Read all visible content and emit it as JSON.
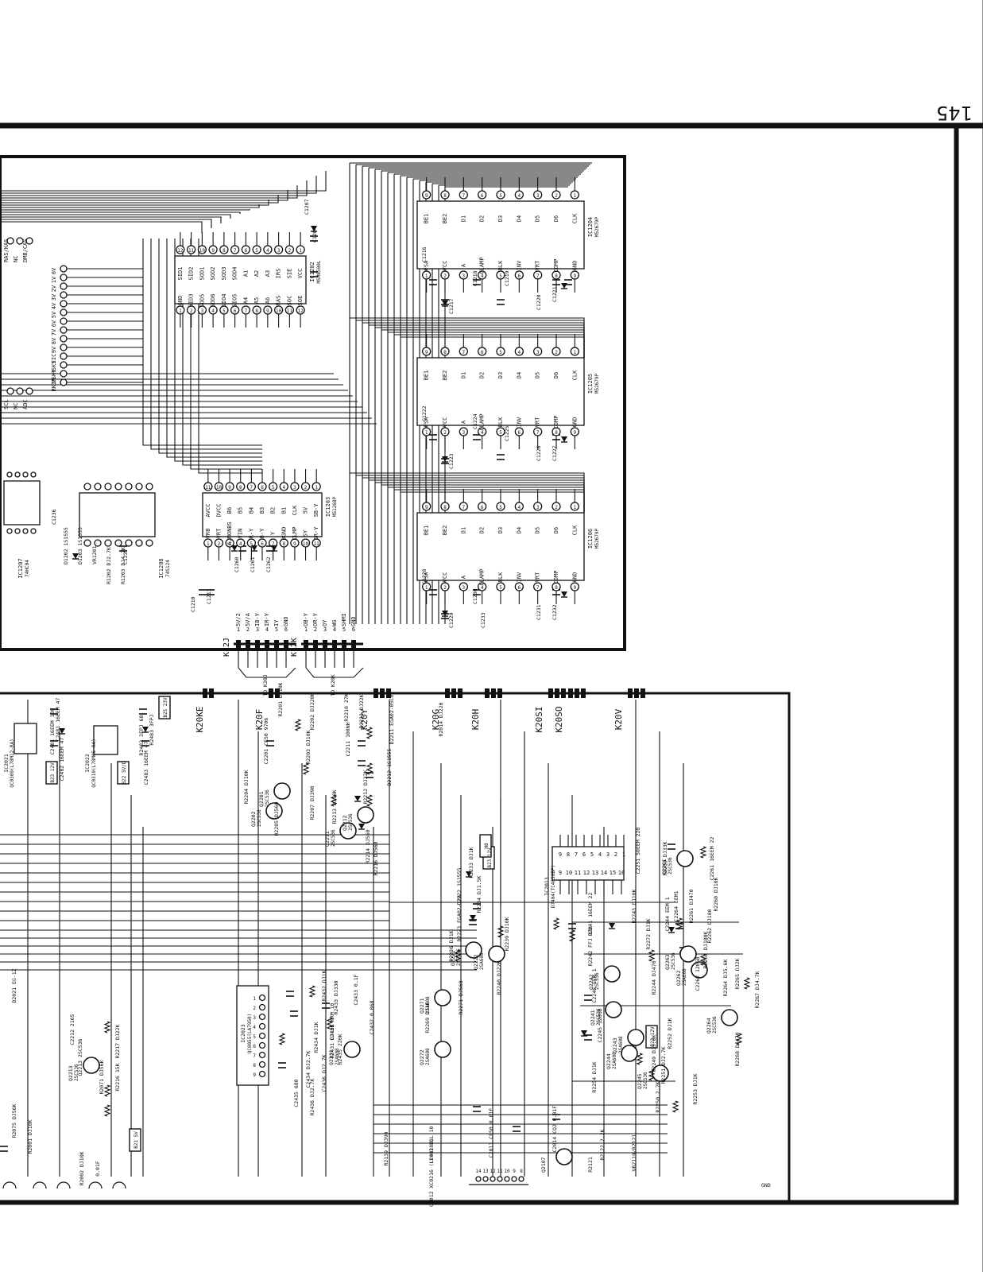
{
  "page": {
    "number": "145"
  },
  "upper_board": {
    "ic1202": {
      "ref": "IC1202",
      "part": "MSM6500L",
      "top_pins": [
        "SID1",
        "SID2",
        "SOD1",
        "SOD2",
        "SOD3",
        "SOD4",
        "A1",
        "A2",
        "A3",
        "IRS",
        "SIE",
        "VCC"
      ],
      "bottom_pins": [
        "GND",
        "SID3",
        "SOD5",
        "SOD6",
        "SIO4",
        "SIO5",
        "A4",
        "A5",
        "A6",
        "RAS",
        "SOC",
        "SOE"
      ]
    },
    "ic1203": {
      "ref": "IC1203",
      "part": "M51268P",
      "top_pins": [
        "AVCC",
        "DVCC",
        "B6",
        "B5",
        "B4",
        "B3",
        "B2",
        "B1",
        "CLK",
        "5V",
        "SB-Y"
      ],
      "bottom_pins": [
        "VRB",
        "VRT",
        "A.MONBS",
        "VIN",
        "R-Y",
        "B-Y",
        "Y",
        "DGND",
        "CLMP",
        "SY",
        "SR-Y"
      ]
    },
    "ic1204": {
      "ref": "IC1204",
      "part": "M52679P",
      "top_pins": [
        "BE1",
        "BE2",
        "D1",
        "D2",
        "D3",
        "D4",
        "D5",
        "D6",
        "CLK"
      ],
      "bottom_pins": [
        "FSA",
        "VCC",
        "A",
        "CLAMP",
        "BLK",
        "INV",
        "VRT",
        "COMP",
        "GND"
      ]
    },
    "ic1205": {
      "ref": "IC1205",
      "part": "M52679P",
      "top_pins": [
        "BE1",
        "BE2",
        "D1",
        "D2",
        "D3",
        "D4",
        "D5",
        "D6",
        "CLK"
      ],
      "bottom_pins": [
        "FSA",
        "VCC",
        "A",
        "CLAMP",
        "BLK",
        "INV",
        "VRT",
        "COMP",
        "GND"
      ]
    },
    "ic1206": {
      "ref": "IC1206",
      "part": "M52679P",
      "top_pins": [
        "BE1",
        "BE2",
        "D1",
        "D2",
        "D3",
        "D4",
        "D5",
        "D6",
        "CLK"
      ],
      "bottom_pins": [
        "FSA",
        "VCC",
        "A",
        "CLAMP",
        "BLK",
        "INV",
        "VRT",
        "COMP",
        "GND"
      ]
    },
    "ic1207": {
      "ref": "IC1207",
      "part": "74HC04"
    },
    "ic1208": {
      "ref": "IC1208",
      "part": "74S124"
    },
    "left_pins": [
      "0V",
      "1V",
      "2V",
      "3V",
      "4V",
      "5V",
      "6V",
      "7V",
      "8V",
      "9V",
      "SIC",
      "HSKY",
      "VSKY",
      "RKIN"
    ],
    "top_left_labels": [
      "RAS/KAS",
      "NC",
      "DMB/CAS"
    ],
    "mid_left_labels": [
      "SCL",
      "NC",
      "ADC"
    ],
    "cap_labels": [
      "C1204",
      "C1207",
      "C1216",
      "C1217",
      "C1218",
      "C1219",
      "C1220",
      "C1221",
      "C1222",
      "C1223",
      "C1224",
      "C1225",
      "C1226",
      "C1227",
      "C1228",
      "C1229",
      "C1230",
      "C1231",
      "C1232",
      "C1233",
      "C1236",
      "C1237",
      "C1210",
      "C1211",
      "C1260",
      "C1261",
      "C1262"
    ],
    "misc_labels": [
      "D1202 1S1555",
      "D1203 1S1555",
      "VR1201",
      "R1202 DJ2.7K",
      "R1203 DJ4.7K"
    ],
    "connector_k12j": {
      "ref": "K12J",
      "pins": [
        "5V/2",
        "5V/A",
        "IB-Y",
        "IR-Y",
        "IY",
        "GND"
      ],
      "dest": "TO K20J"
    },
    "connector_k12k": {
      "ref": "K12K",
      "pins": [
        "OB-Y",
        "OR-Y",
        "OY",
        "WG",
        "SHMI",
        "GND"
      ],
      "dest": "TO K20K"
    }
  },
  "lower_board": {
    "connectors": [
      "K20KE",
      "K20F",
      "K20Y",
      "K20G",
      "K20H",
      "K20SI",
      "K20SO",
      "K20V"
    ],
    "gnd_label": "GND",
    "ic2013": {
      "ref": "IC2013",
      "part": "D7404(TC4050BP)",
      "top_pins": [
        "9",
        "8",
        "7",
        "6",
        "5",
        "4",
        "3",
        "2",
        "1"
      ],
      "bottom_pins": [
        "9",
        "10",
        "11",
        "12",
        "13",
        "14",
        "15",
        "16"
      ]
    },
    "ic2023": {
      "ref": "IC2023",
      "part": "QC0055(LA7950)"
    },
    "ic2021": {
      "ref": "IC2021",
      "part": "QC0309(L78M12-RA)"
    },
    "ic2022": {
      "ref": "IC2022",
      "part": "QC0310(L78M05-RA)"
    },
    "reg_boxes": [
      "B23 12V",
      "B22 5V/D",
      "B21 5V",
      "B23 12V",
      "H8",
      "B25 23V",
      "B23 12V"
    ],
    "transistors": [
      {
        "ref": "Q2201",
        "type": "2SC536"
      },
      {
        "ref": "Q2202",
        "type": "2SC536"
      },
      {
        "ref": "Q2211",
        "type": "2SC536"
      },
      {
        "ref": "Q2212",
        "type": "2SC536"
      },
      {
        "ref": "Q2221",
        "type": "2SC536"
      },
      {
        "ref": "Q2222",
        "type": "2SA608"
      },
      {
        "ref": "Q2213",
        "type": "2SC536"
      },
      {
        "ref": "Q2231",
        "type": "2SA608"
      },
      {
        "ref": "Q2241",
        "type": "2SC536"
      },
      {
        "ref": "Q2242",
        "type": "2SC536"
      },
      {
        "ref": "Q2243",
        "type": "2SA608"
      },
      {
        "ref": "Q2244",
        "type": "2SA608"
      },
      {
        "ref": "Q2245",
        "type": "2SC536"
      },
      {
        "ref": "Q2261",
        "type": "2SC536"
      },
      {
        "ref": "Q2262",
        "type": "2SA608"
      },
      {
        "ref": "Q2263",
        "type": "2SC536"
      },
      {
        "ref": "Q2264",
        "type": "2SC536"
      },
      {
        "ref": "Q2271",
        "type": "2SA608"
      },
      {
        "ref": "Q2272",
        "type": "2SA608"
      },
      {
        "ref": "Q2107",
        "type": ""
      }
    ],
    "parts_left": [
      "C2481 16EEM 100",
      "C2482 16EEM 47",
      "C2481 16EEM 47",
      "C2483 16EEM 47",
      "R2482 3FPJ 68",
      "R2483 3FPJ",
      "D2021 EG-1Z",
      "Q2213 2SC536",
      "C2212 2165",
      "R2217 DJ22K",
      "R2216 15K",
      "R2071 DJ56K",
      "R2075 DJ56K",
      "R2001 DJ10K",
      "R2002 DJ10K",
      "0.01F"
    ],
    "parts_mid": [
      "R2201 DJ10K",
      "C2201 CE50 9706",
      "R2202 DJ220K",
      "R2203 DJ10K",
      "R2204 DJ10K",
      "R2205 DJ560",
      "R2207 DJ390",
      "R2210 27K",
      "R2211 DJ22K",
      "C2211 100NH",
      "D2211 EGA02-05C0",
      "R2212 DJ22K",
      "R2213 DJ10K",
      "R2214 DJ560",
      "R2216 DJ560",
      "D2212 1S1555"
    ],
    "parts_right": [
      "R2014 DJ220",
      "D2222 1S1555",
      "R2233 DJ1K",
      "R2234 DJ1.5K",
      "D2223 EGA02-12A",
      "R2236 DJ1K",
      "R2239 DJ10K",
      "R2240 DJ22K",
      "R2241 16EEM 22",
      "R2242 FFJ 33K",
      "R2243 DJ10K",
      "R2244 DJ470",
      "C2244 EEM 1",
      "C2246 EEM 1",
      "C2245 120GB",
      "R2249 DJ5.6K",
      "R2250 2.7K",
      "R2251 DJ2.7K",
      "R2252 DJ1K",
      "R2253 DJ1K",
      "R2254 DJ1K",
      "C2251 50EEM 220",
      "R2259 DJ33K",
      "C2261 16EEM 22",
      "R2260 DJ10K",
      "R2261 DJ470",
      "R2262 DJ180",
      "R2263 DJ180K",
      "R2264 DJ5.6K",
      "R2265 DJ2K",
      "R2267 DJ4.7K",
      "R2268 DJ470",
      "R2269 DJ1K",
      "R2271 DJ560",
      "R2272 DJ1K",
      "C2262 120GB",
      "C2264 EEM1"
    ],
    "parts_bottom": [
      "R2139 DJ390",
      "L2012 ELL 10",
      "C2012 XC0216 (LL40183)",
      "C2013 CE50 0.01F",
      "C2014 CQ2 0.01F",
      "R2121",
      "R2122 2.2K",
      "VR2119/R2121",
      "C2431 KRM 10",
      "C2432 0.068",
      "C2433 0.1F",
      "C2434 DJ2.7K",
      "C2435 680",
      "C2436 DJ2.7K",
      "R2431 DJ10K",
      "R2432 DJ1K",
      "R2433 DJ330",
      "R2434 DJ1K",
      "R2435 220K",
      "R2436 DJ2.7K"
    ]
  }
}
